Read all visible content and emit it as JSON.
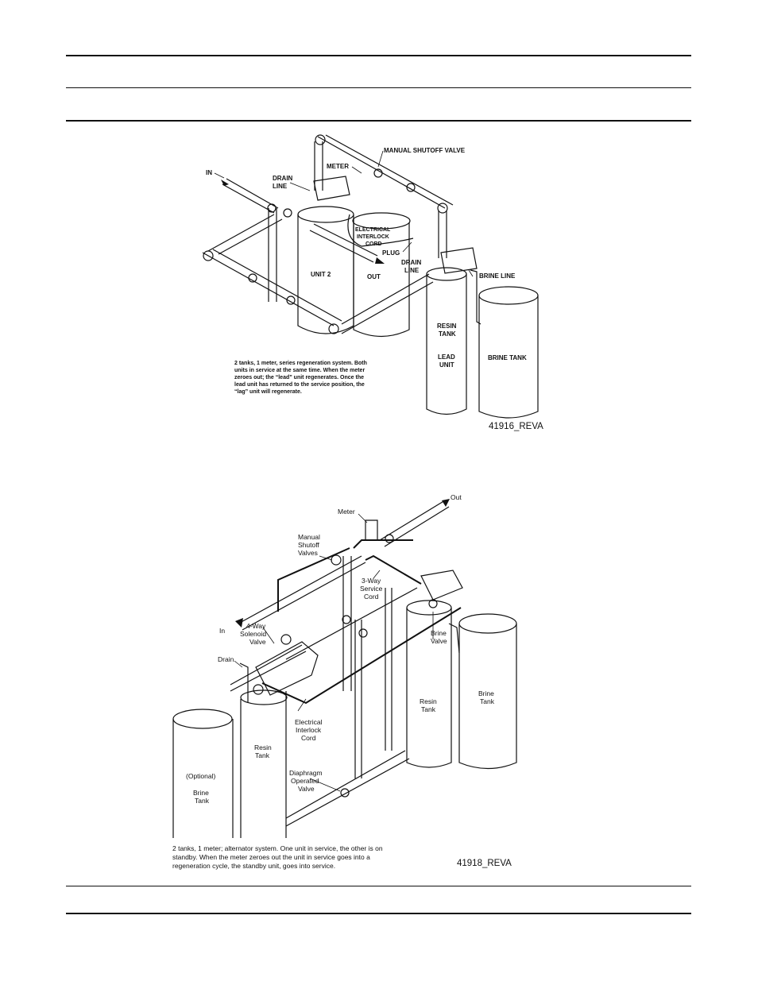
{
  "figure1": {
    "labels": {
      "in": "IN",
      "drain_line_1": [
        "DRAIN",
        "LINE"
      ],
      "meter": "METER",
      "manual_shutoff_valve": "MANUAL SHUTOFF VALVE",
      "electrical_interlock_cord": [
        "ELECTRICAL",
        "INTERLOCK",
        "CORD"
      ],
      "plug": "PLUG",
      "drain_line_2": [
        "DRAIN",
        "LINE"
      ],
      "unit2": "UNIT 2",
      "out": "OUT",
      "brine_line": "BRINE LINE",
      "resin_tank": [
        "RESIN",
        "TANK"
      ],
      "lead_unit": [
        "LEAD",
        "UNIT"
      ],
      "brine_tank": "BRINE TANK"
    },
    "caption": [
      "2  tanks, 1 meter, series regeneration system. Both",
      "units in service at the same time. When the meter",
      "zeroes out; the “lead” unit regenerates. Once the",
      "lead unit has returned to the  service position, the",
      "“lag” unit will regenerate."
    ],
    "figure_id": "41916_REVA"
  },
  "figure2": {
    "labels": {
      "out": "Out",
      "meter": "Meter",
      "manual_shutoff_valves": [
        "Manual",
        "Shutoff",
        "Valves"
      ],
      "three_way_service_cord": [
        "3-Way",
        "Service",
        "Cord"
      ],
      "in": "In",
      "four_way_solenoid_valve": [
        "4-Way",
        "Solenoid",
        "Valve"
      ],
      "brine_valve": [
        "Brine",
        "Valve"
      ],
      "drain": "Drain",
      "resin_tank_right": [
        "Resin",
        "Tank"
      ],
      "brine_tank_right": [
        "Brine",
        "Tank"
      ],
      "electrical_interlock_cord": [
        "Electrical",
        "Interlock",
        "Cord"
      ],
      "resin_tank_left": [
        "Resin",
        "Tank"
      ],
      "optional": "(Optional)",
      "brine_tank_left": [
        "Brine",
        "Tank"
      ],
      "diaphragm_operated_valve": [
        "Diaphragm",
        "Operated",
        "Valve"
      ]
    },
    "caption": [
      "2 tanks, 1 meter; alternator system. One unit in service, the other is on",
      "standby. When the meter zeroes out the unit in service goes into a",
      "regeneration cycle, the standby unit, goes into service."
    ],
    "figure_id": "41918_REVA"
  }
}
